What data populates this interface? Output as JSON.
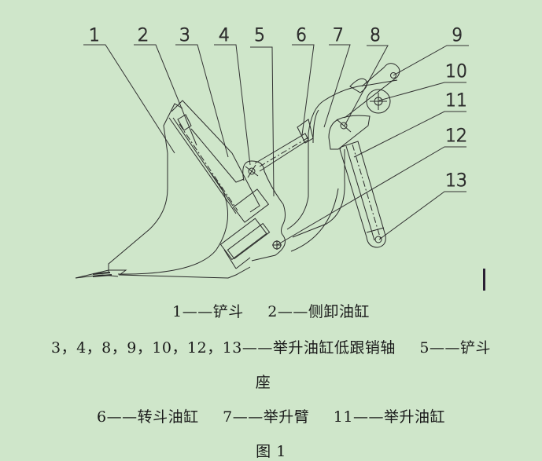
{
  "figure": {
    "part_labels": [
      "1",
      "2",
      "3",
      "4",
      "5",
      "6",
      "7",
      "8",
      "9",
      "10",
      "11",
      "12",
      "13"
    ],
    "legend": {
      "line1": [
        "1——铲斗",
        "2——侧卸油缸"
      ],
      "line2": [
        "3，4，8，9，10，12，13——举升油缸低跟销轴",
        "5——铲斗"
      ],
      "line3": [
        "座"
      ],
      "line4": [
        "6——转斗油缸",
        "7——举升臂",
        "11——举升油缸"
      ]
    },
    "caption": "图 1"
  },
  "colors": {
    "background": "#cfe6ca",
    "line": "#2b2b2b",
    "label": "#555555"
  }
}
